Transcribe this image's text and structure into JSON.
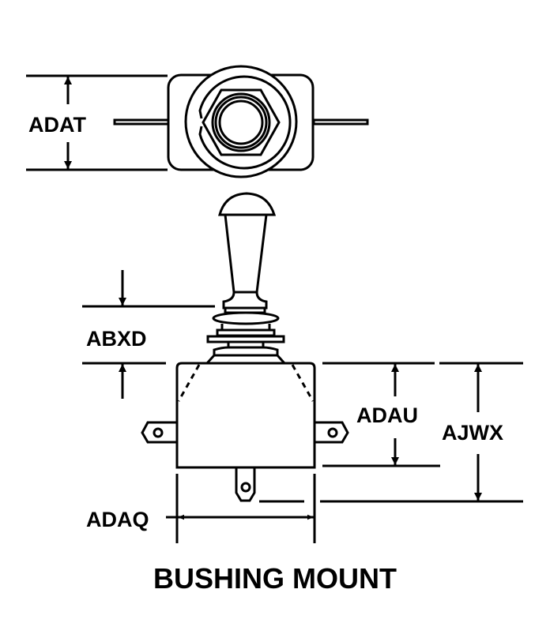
{
  "title": "BUSHING MOUNT",
  "dimensions": {
    "adat": "ADAT",
    "abxd": "ABXD",
    "adau": "ADAU",
    "ajwx": "AJWX",
    "adaq": "ADAQ"
  }
}
